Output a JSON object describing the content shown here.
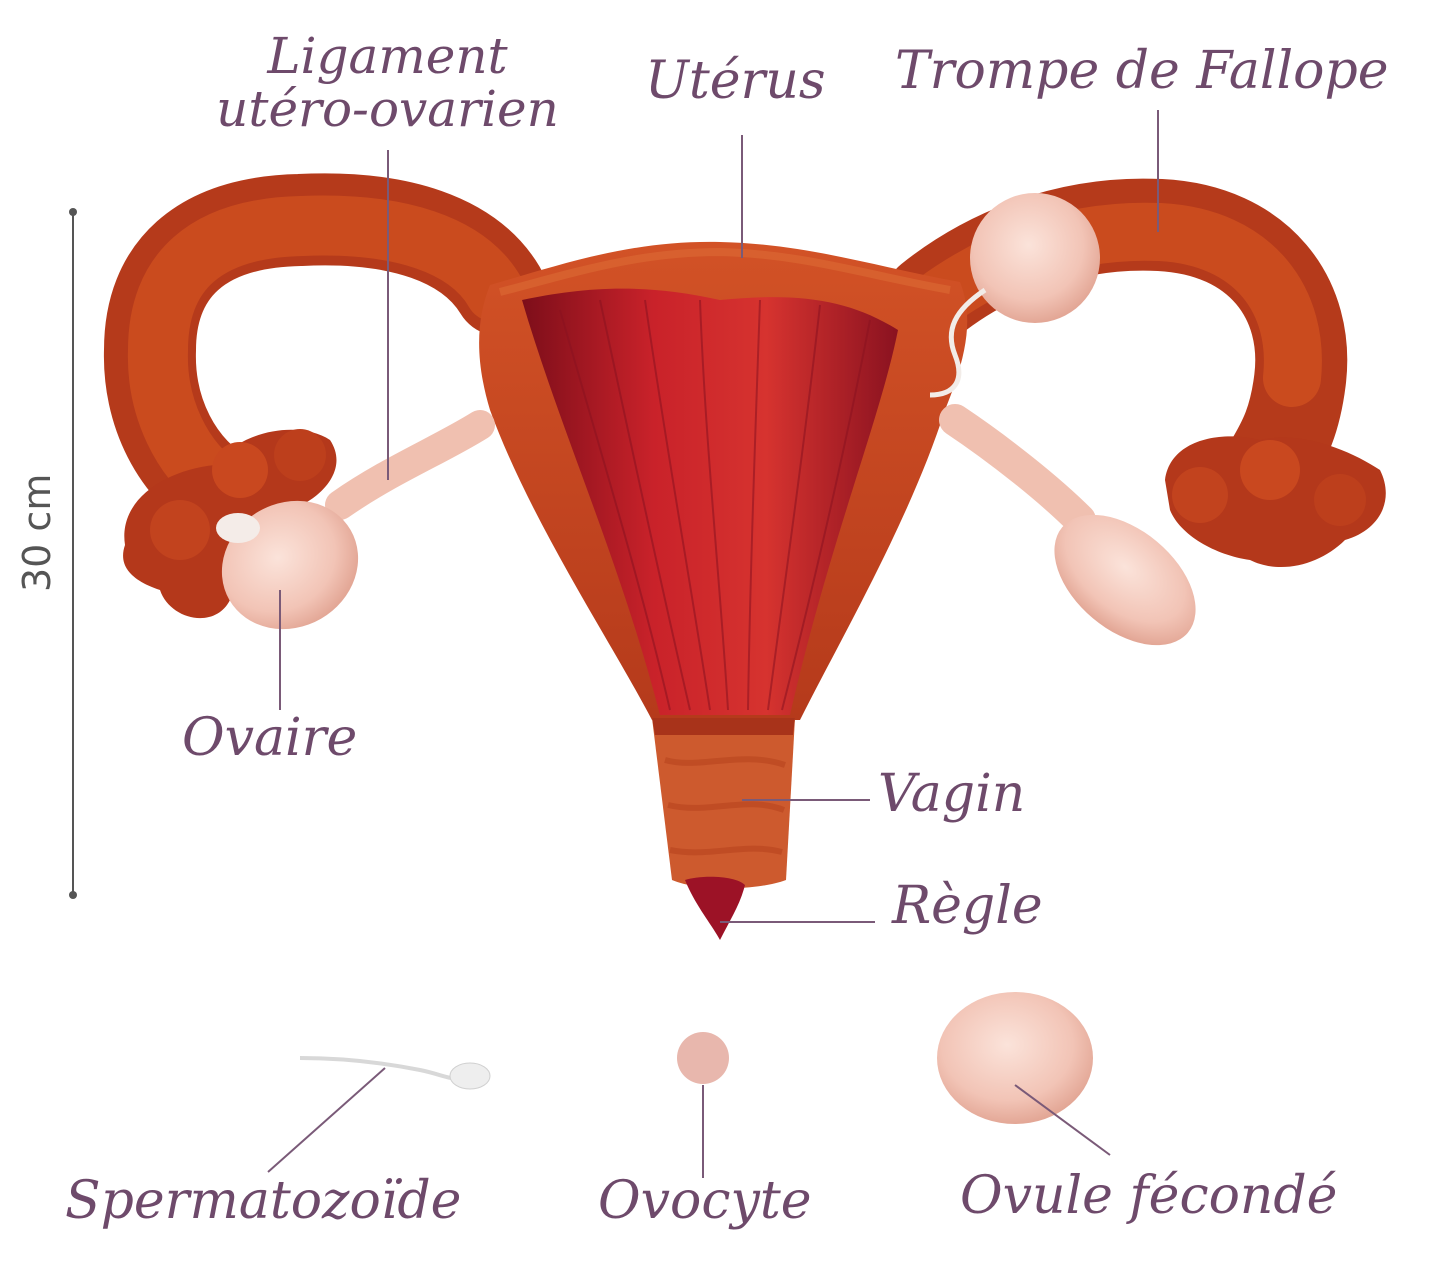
{
  "labels": {
    "ligament_line1": "Ligament",
    "ligament_line2": "utéro-ovarien",
    "uterus": "Utérus",
    "trompe": "Trompe de Fallope",
    "ovaire": "Ovaire",
    "vagin": "Vagin",
    "regle": "Règle",
    "spermatozoide": "Spermatozoïde",
    "ovocyte": "Ovocyte",
    "ovule_feconde": "Ovule fécondé"
  },
  "scale": {
    "text": "30 cm"
  },
  "colors": {
    "label_text": "#6e4a6b",
    "leader_line": "#7a5a78",
    "uterus_velvet": "#c8461f",
    "uterus_dark": "#a8331a",
    "lining": "#b81f26",
    "lining_dark": "#7d0e1a",
    "ovary_pink": "#f2c4b6",
    "scale_line": "#555555"
  }
}
